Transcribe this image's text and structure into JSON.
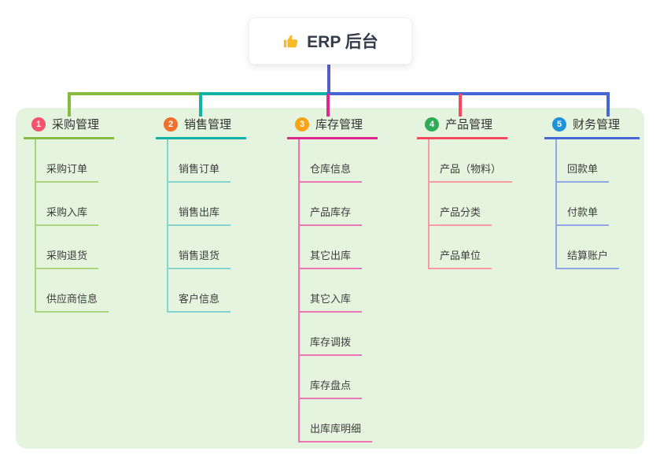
{
  "root": {
    "icon": "thumbs-up",
    "label": "ERP 后台"
  },
  "connectors": {
    "root_line_color": "#575fc7"
  },
  "panel": {
    "bg": "#e4f4de"
  },
  "branches": [
    {
      "num": "1",
      "label": "采购管理",
      "badge_color": "#f2536d",
      "line_color": "#85bc40",
      "light_line_color": "#a9d57e",
      "children": [
        "采购订单",
        "采购入库",
        "采购退货",
        "供应商信息"
      ]
    },
    {
      "num": "2",
      "label": "销售管理",
      "badge_color": "#f0712d",
      "line_color": "#12b2a6",
      "light_line_color": "#84d4cd",
      "children": [
        "销售订单",
        "销售出库",
        "销售退货",
        "客户信息"
      ]
    },
    {
      "num": "3",
      "label": "库存管理",
      "badge_color": "#f7a419",
      "line_color": "#e1268f",
      "light_line_color": "#ef74b3",
      "children": [
        "仓库信息",
        "产品库存",
        "其它出库",
        "其它入库",
        "库存调拨",
        "库存盘点",
        "出库库明细"
      ]
    },
    {
      "num": "4",
      "label": "产品管理",
      "badge_color": "#2fac55",
      "line_color": "#f54a5e",
      "light_line_color": "#f89aa2",
      "children": [
        "产品（物料）",
        "产品分类",
        "产品单位"
      ]
    },
    {
      "num": "5",
      "label": "财务管理",
      "badge_color": "#2092d7",
      "line_color": "#4467d3",
      "light_line_color": "#8fa9e4",
      "children": [
        "回款单",
        "付款单",
        "结算账户"
      ]
    }
  ]
}
